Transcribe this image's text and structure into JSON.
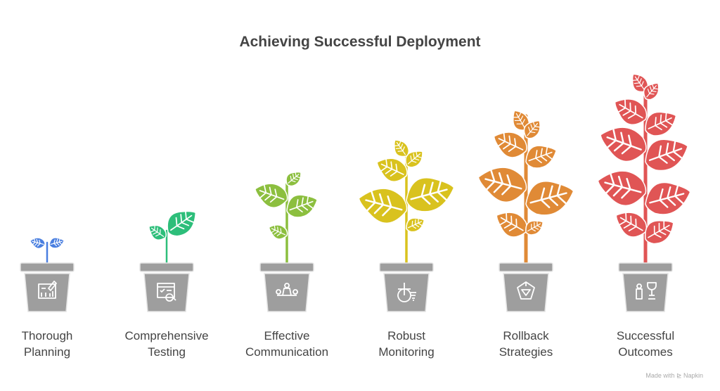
{
  "title": "Achieving Successful Deployment",
  "stages": [
    {
      "line1": "Thorough",
      "line2": "Planning",
      "color": "#4A7FE0",
      "icon": "planning-icon"
    },
    {
      "line1": "Comprehensive",
      "line2": "Testing",
      "color": "#2DBE7A",
      "icon": "testing-icon"
    },
    {
      "line1": "Effective",
      "line2": "Communication",
      "color": "#8CBF3F",
      "icon": "communication-icon"
    },
    {
      "line1": "Robust",
      "line2": "Monitoring",
      "color": "#D9C21E",
      "icon": "monitoring-icon"
    },
    {
      "line1": "Rollback",
      "line2": "Strategies",
      "color": "#E08A36",
      "icon": "rollback-icon"
    },
    {
      "line1": "Successful",
      "line2": "Outcomes",
      "color": "#E05555",
      "icon": "outcomes-icon"
    }
  ],
  "pot_color": "#9E9E9E",
  "watermark": "Made with ⊵ Napkin"
}
